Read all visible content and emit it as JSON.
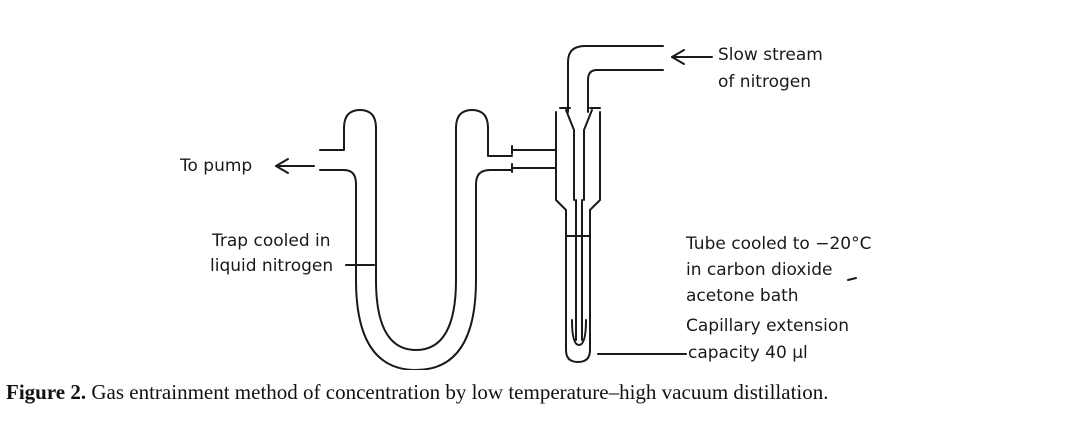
{
  "labels": {
    "to_pump": "To pump",
    "slow_stream_1": "Slow stream",
    "slow_stream_2": "of nitrogen",
    "trap_1": "Trap cooled in",
    "trap_2": "liquid nitrogen",
    "tube_1": "Tube cooled to −20°C",
    "tube_2": "in carbon dioxide",
    "tube_3": "acetone bath",
    "capillary_1": "Capillary extension",
    "capillary_2": "capacity 40 μl"
  },
  "caption": {
    "prefix": "Figure 2.",
    "text": "Gas entrainment method of concentration by low temperature–high vacuum distillation."
  }
}
